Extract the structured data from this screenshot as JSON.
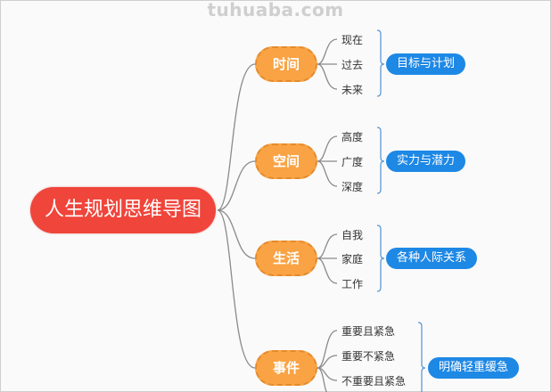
{
  "watermark": "tuhuaba.com",
  "root": {
    "label": "人生规划思维导图",
    "color": "#f0453b"
  },
  "branches": [
    {
      "label": "时间",
      "children": [
        "现在",
        "过去",
        "未来"
      ],
      "summary": "目标与计划"
    },
    {
      "label": "空间",
      "children": [
        "高度",
        "广度",
        "深度"
      ],
      "summary": "实力与潜力"
    },
    {
      "label": "生活",
      "children": [
        "自我",
        "家庭",
        "工作"
      ],
      "summary": "各种人际关系"
    },
    {
      "label": "事件",
      "children": [
        "重要且紧急",
        "重要不紧急",
        "不重要且紧急"
      ],
      "summary": "明确轻重缓急"
    }
  ],
  "colors": {
    "branch_fill": "#f9a344",
    "branch_border": "#e48a2b",
    "summary_fill": "#1e88e5",
    "bracket": "#5b9bd5",
    "connector": "#8a8a8a"
  }
}
